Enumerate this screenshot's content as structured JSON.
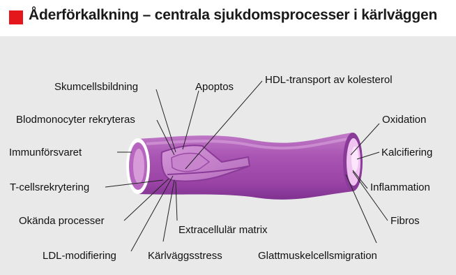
{
  "title": "Åderförkalkning – centrala sjukdomsprocesser i kärlväggen",
  "colors": {
    "accent_square": "#e4171d",
    "panel_background": "#e9e9e9",
    "vessel_wall": "#a64cb0",
    "vessel_lumen": "#e9a9ea"
  },
  "labels": {
    "skumcellsbildning": "Skumcellsbildning",
    "apoptos": "Apoptos",
    "hdl_transport": "HDL-transport av kolesterol",
    "blodmonocyter": "Blodmonocyter rekryteras",
    "oxidation": "Oxidation",
    "immunforsvaret": "Immunförsvaret",
    "kalcifiering": "Kalcifiering",
    "t_cells": "T-cellsrekrytering",
    "inflammation": "Inflammation",
    "okanda": "Okända processer",
    "fibros": "Fibros",
    "extracellular": "Extracellulär matrix",
    "ldl": "LDL-modifiering",
    "karlvaggsstress": "Kärlväggsstress",
    "glattmuskel": "Glattmuskelcellsmigration"
  }
}
